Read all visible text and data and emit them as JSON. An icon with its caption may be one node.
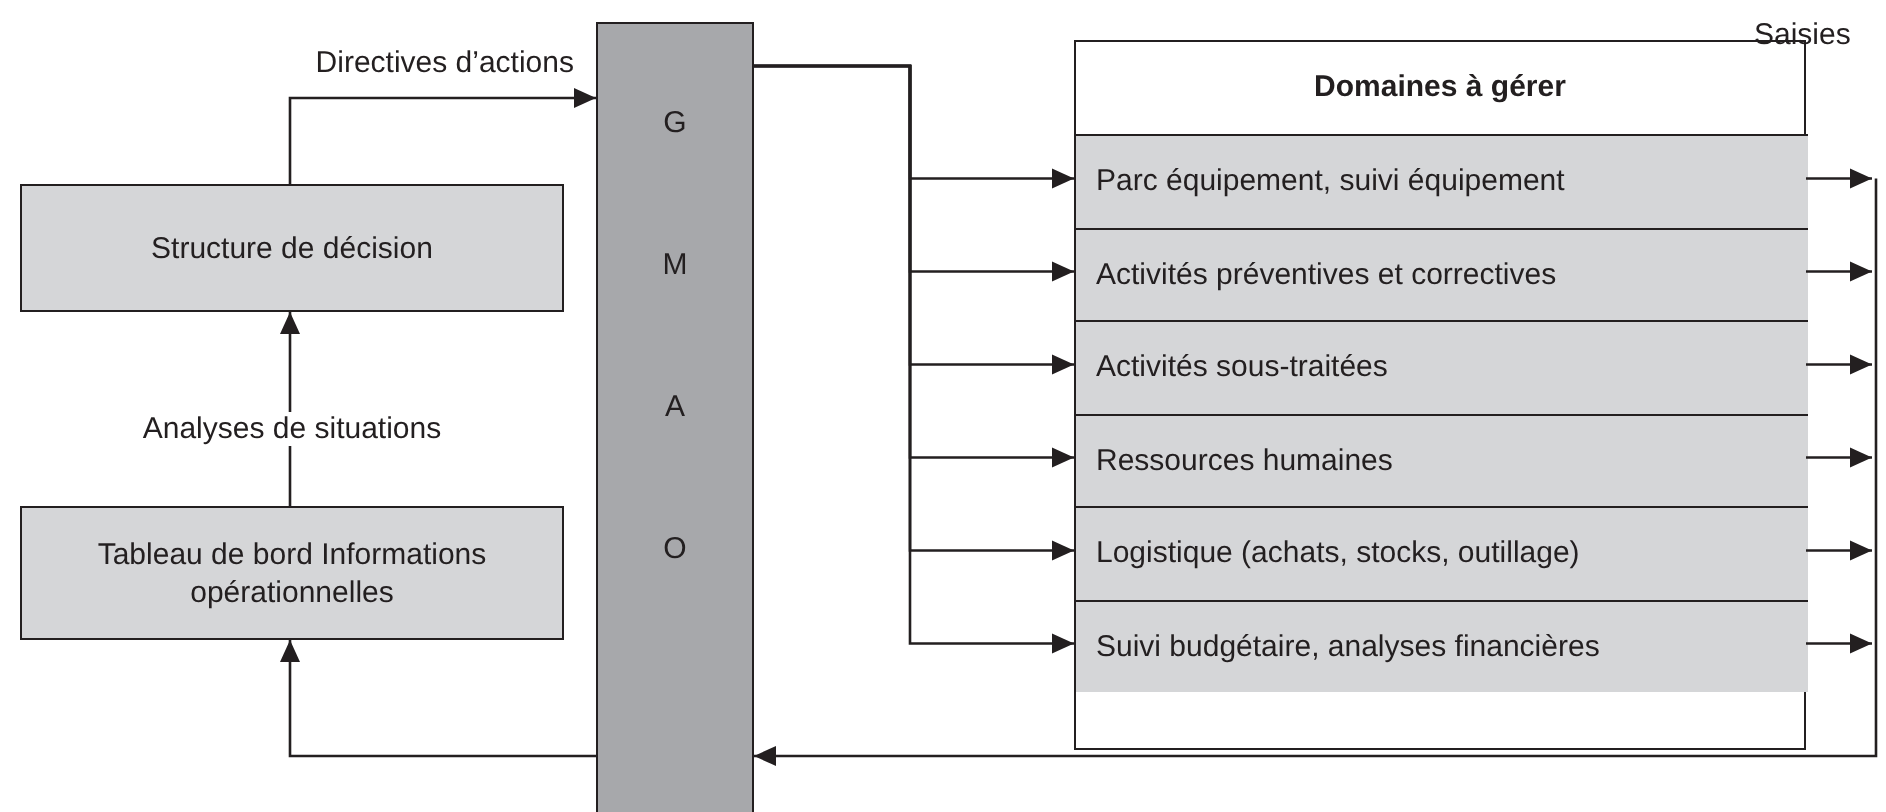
{
  "diagram": {
    "nodes": [
      {
        "text": [
          "Structure de décision"
        ]
      },
      {
        "text": [
          "Tableau de bord Informations opérationnelles"
        ]
      },
      {
        "text": [
          "G",
          "M",
          "A",
          "O"
        ]
      },
      {
        "text": [
          "Domaines à gérer"
        ]
      },
      {
        "text": [
          "Parc équipement, suivi équipement"
        ],
        "in": 3
      },
      {
        "text": [
          "Activités préventives et correctives"
        ],
        "in": 3
      },
      {
        "text": [
          "Activités sous-traitées"
        ],
        "in": 3
      },
      {
        "text": [
          "Ressources humaines"
        ],
        "in": 3
      },
      {
        "text": [
          "Logistique (achats, stocks, outillage)"
        ],
        "in": 3
      },
      {
        "text": [
          "Suivi budgétaire, analyses financières"
        ],
        "in": 3
      }
    ],
    "edges": [
      {
        "from": 1,
        "to": 0,
        "arrow": "to",
        "label": "Analyses de situations"
      },
      {
        "from": 0,
        "to": 2,
        "arrow": "to",
        "label": "Directives d’actions"
      },
      {
        "from": 2,
        "to": 4,
        "arrow": "to"
      },
      {
        "from": 2,
        "to": 5,
        "arrow": "to"
      },
      {
        "from": 2,
        "to": 6,
        "arrow": "to"
      },
      {
        "from": 2,
        "to": 7,
        "arrow": "to"
      },
      {
        "from": 2,
        "to": 8,
        "arrow": "to"
      },
      {
        "from": 2,
        "to": 9,
        "arrow": "to"
      },
      {
        "from": 4,
        "to": null,
        "arrow": "to"
      },
      {
        "from": 5,
        "to": null,
        "arrow": "to"
      },
      {
        "from": 6,
        "to": null,
        "arrow": "to"
      },
      {
        "from": 7,
        "to": null,
        "arrow": "to"
      },
      {
        "from": 8,
        "to": null,
        "arrow": "to"
      },
      {
        "from": 9,
        "to": null,
        "arrow": "to"
      },
      {
        "from": null,
        "to": 2,
        "arrow": "to"
      },
      {
        "from": 2,
        "to": 1,
        "arrow": "to"
      }
    ],
    "labels": [
      "Saisies"
    ]
  }
}
